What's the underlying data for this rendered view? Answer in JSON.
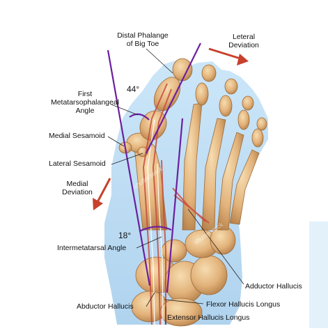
{
  "labels": {
    "distal_phalange": [
      "Distal Phalange",
      "of Big Toe"
    ],
    "lateral_deviation": [
      "Leteral",
      "Deviation"
    ],
    "first_mtp_angle": [
      "First",
      "Metatarsophalangeal",
      "Angle"
    ],
    "angle_mtp_value": "44°",
    "medial_sesamoid": "Medial Sesamoid",
    "lateral_sesamoid": "Lateral Sesamoid",
    "medial_deviation": [
      "Medial",
      "Deviation"
    ],
    "angle_im_value": "18°",
    "intermetatarsal_angle": "Intermetatarsal Angle",
    "adductor_hallucis": "Adductor Hallucis",
    "abductor_hallucis": "Abductor Hallucis",
    "flexor_hallucis_longus": "Flexor Hallucis Longus",
    "extensor_hallucis_longus": "Extensor Hallucis Longus"
  },
  "watermark": "shutterstock",
  "colors": {
    "skin_outline": "#a9d2ef",
    "bone": "#e2b27a",
    "bone_shade": "#b7824c",
    "angle_line": "#6b1f9e",
    "arrow": "#c7412c",
    "tendon": "#c94b3c"
  }
}
